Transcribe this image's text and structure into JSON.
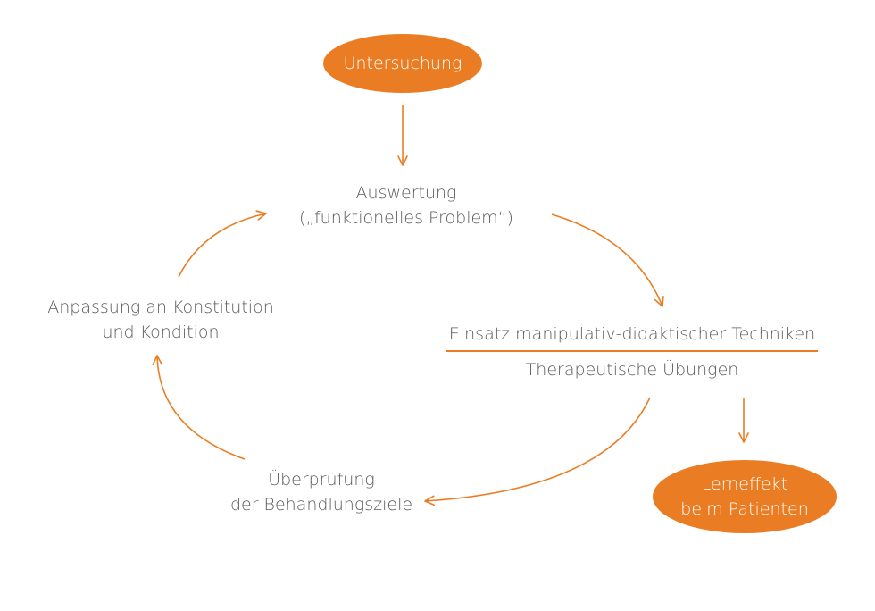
{
  "colors": {
    "accent": "#ea7d24",
    "text": "#5a5a5a",
    "background": "#ffffff"
  },
  "nodes": {
    "untersuchung": "Untersuchung",
    "auswertung": [
      "Auswertung",
      "(„funktionelles Problem“)"
    ],
    "einsatz": "Einsatz manipulativ-didaktischer Techniken",
    "therapeutische": "Therapeutische Übungen",
    "lerneffekt": [
      "Lerneffekt",
      "beim Patienten"
    ],
    "ueberpruefung": [
      "Überprüfung",
      "der Behandlungsziele"
    ],
    "anpassung": [
      "Anpassung an Konstitution",
      "und Kondition"
    ]
  }
}
